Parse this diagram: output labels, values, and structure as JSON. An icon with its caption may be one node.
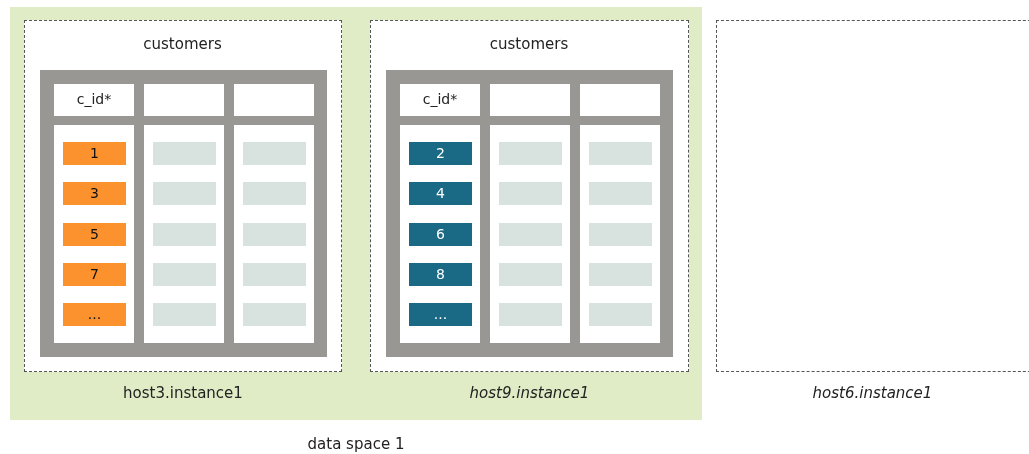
{
  "diagram": {
    "nodes": [
      {
        "text": [
          "data space 1"
        ]
      },
      {
        "text": [
          "customers",
          "host3.instance1"
        ],
        "in": 0
      },
      {
        "text": [
          "customers",
          "host9.instance1"
        ],
        "in": 0
      },
      {
        "text": [
          "host6.instance1"
        ]
      }
    ],
    "labels": [
      "c_id*",
      "1",
      "3",
      "5",
      "7",
      "...",
      "c_id*",
      "2",
      "4",
      "6",
      "8",
      "..."
    ]
  }
}
